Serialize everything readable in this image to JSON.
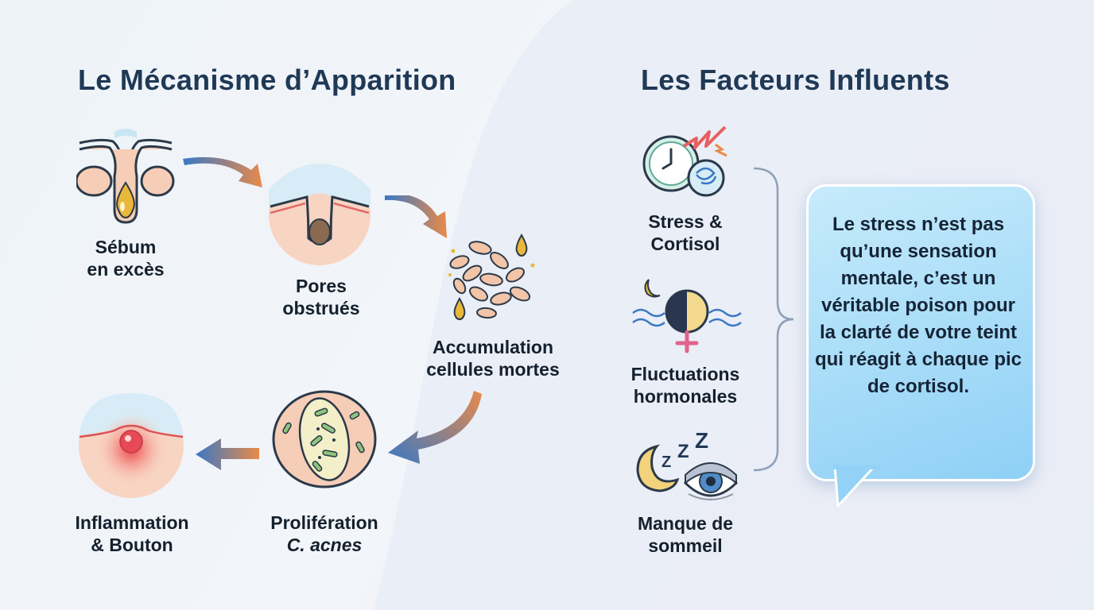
{
  "left_title": "Le Mécanisme d’Apparition",
  "right_title": "Les Facteurs Influents",
  "mechanism_steps": [
    {
      "line1": "Sébum",
      "line2": "en excès",
      "icon": "sebaceous-gland-icon"
    },
    {
      "line1": "Pores",
      "line2": "obstrués",
      "icon": "clogged-pore-icon"
    },
    {
      "line1": "Accumulation",
      "line2": "cellules mortes",
      "icon": "dead-cells-icon"
    },
    {
      "line1": "Prolifération",
      "line2": "C. acnes",
      "icon": "bacteria-icon"
    },
    {
      "line1": "Inflammation",
      "line2": "& Bouton",
      "icon": "inflamed-pimple-icon"
    }
  ],
  "factors": [
    {
      "line1": "Stress &",
      "line2": "Cortisol",
      "icon": "clock-stress-icon"
    },
    {
      "line1": "Fluctuations",
      "line2": "hormonales",
      "icon": "moon-female-icon"
    },
    {
      "line1": "Manque de",
      "line2": "sommeil",
      "icon": "sleepy-eye-icon"
    }
  ],
  "callout": "Le stress n’est pas qu’une sensation mentale, c’est un véritable poison pour la clarté de votre teint qui réagit à chaque pic de cortisol.",
  "colors": {
    "title": "#1f3956",
    "arrow_start": "#3a78c4",
    "arrow_end": "#e88a4a",
    "bubble_top": "#c6ebfb",
    "bubble_bottom": "#8fd0f6",
    "skin": "#f6cdb6",
    "sebum": "#e9b73a"
  }
}
